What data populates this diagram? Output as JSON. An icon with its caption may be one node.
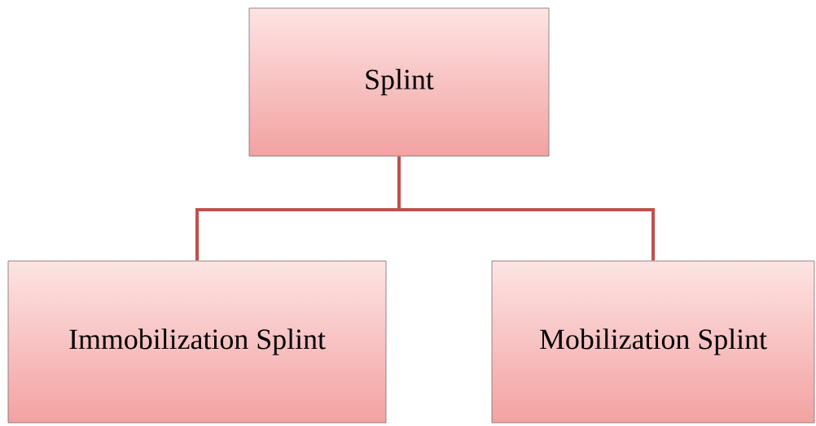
{
  "diagram": {
    "nodes": [
      {
        "text": [
          "Splint"
        ]
      },
      {
        "text": [
          "Immobilization Splint"
        ]
      },
      {
        "text": [
          "Mobilization Splint"
        ]
      }
    ],
    "edges": [
      {
        "from": 0,
        "to": 1,
        "arrow": "none"
      },
      {
        "from": 0,
        "to": 2,
        "arrow": "none"
      }
    ]
  }
}
